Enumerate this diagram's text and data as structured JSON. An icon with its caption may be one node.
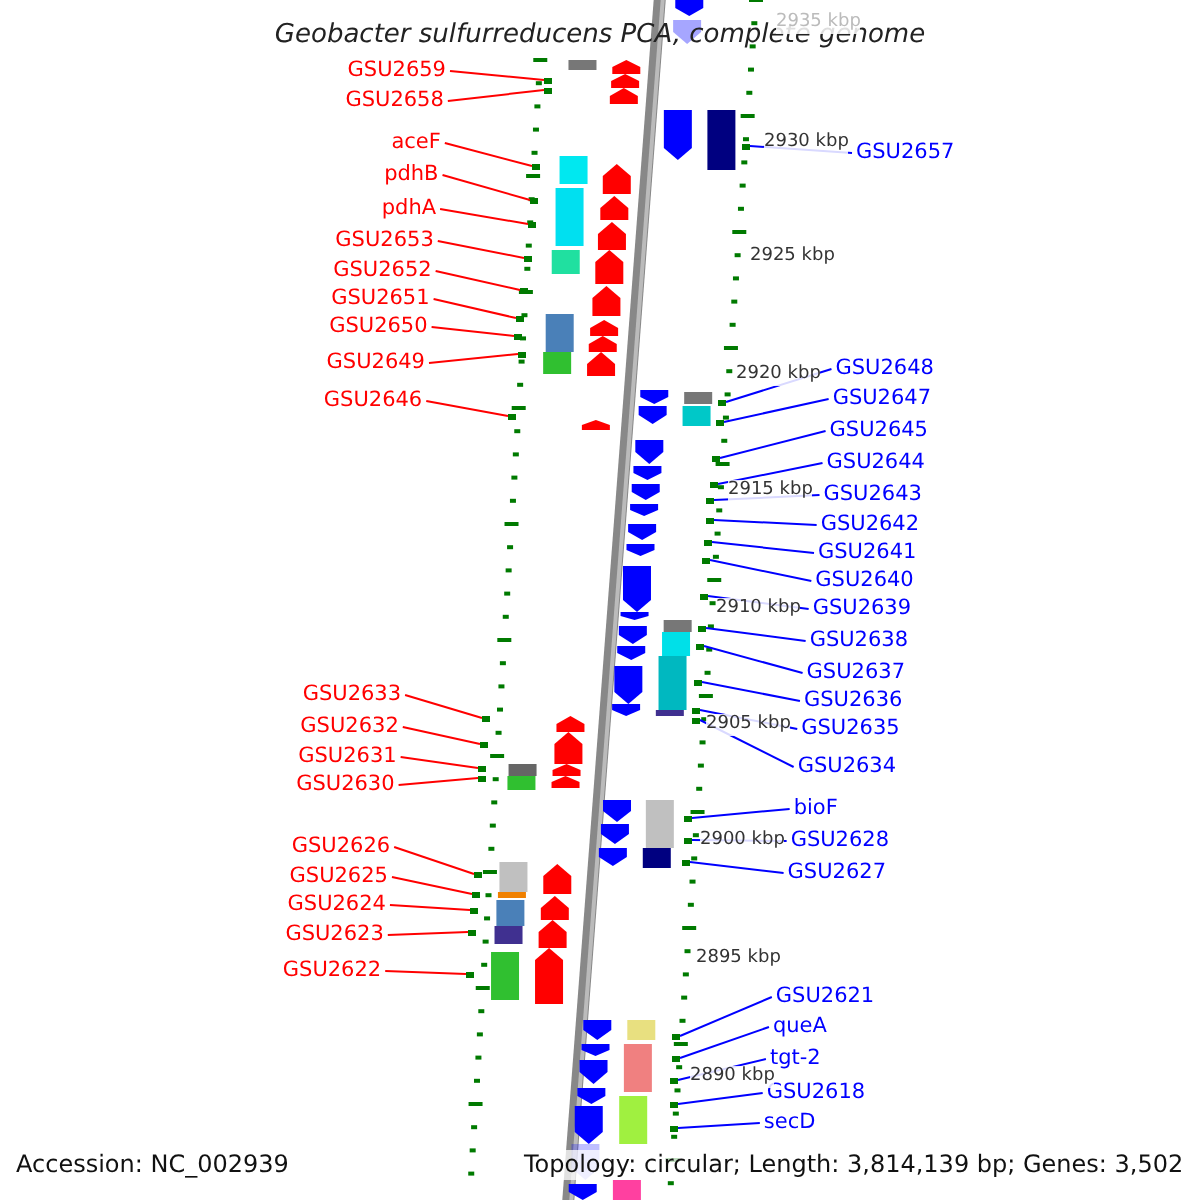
{
  "diagram": {
    "title": "Geobacter sulfurreducens PCA, complete genome",
    "nodes": [
      {
        "text": [
          "GSU2659"
        ]
      },
      {
        "text": [
          "GSU2658"
        ]
      },
      {
        "text": [
          "aceF"
        ]
      },
      {
        "text": [
          "pdhB"
        ]
      },
      {
        "text": [
          "pdhA"
        ]
      },
      {
        "text": [
          "GSU2653"
        ]
      },
      {
        "text": [
          "GSU2652"
        ]
      },
      {
        "text": [
          "GSU2651"
        ]
      },
      {
        "text": [
          "GSU2650"
        ]
      },
      {
        "text": [
          "GSU2649"
        ]
      },
      {
        "text": [
          "GSU2646"
        ]
      },
      {
        "text": [
          "GSU2633"
        ]
      },
      {
        "text": [
          "GSU2632"
        ]
      },
      {
        "text": [
          "GSU2631"
        ]
      },
      {
        "text": [
          "GSU2630"
        ]
      },
      {
        "text": [
          "GSU2626"
        ]
      },
      {
        "text": [
          "GSU2625"
        ]
      },
      {
        "text": [
          "GSU2624"
        ]
      },
      {
        "text": [
          "GSU2623"
        ]
      },
      {
        "text": [
          "GSU2622"
        ]
      },
      {
        "text": [
          "GSU2657"
        ]
      },
      {
        "text": [
          "GSU2648"
        ]
      },
      {
        "text": [
          "GSU2647"
        ]
      },
      {
        "text": [
          "GSU2645"
        ]
      },
      {
        "text": [
          "GSU2644"
        ]
      },
      {
        "text": [
          "GSU2643"
        ]
      },
      {
        "text": [
          "GSU2642"
        ]
      },
      {
        "text": [
          "GSU2641"
        ]
      },
      {
        "text": [
          "GSU2640"
        ]
      },
      {
        "text": [
          "GSU2639"
        ]
      },
      {
        "text": [
          "GSU2638"
        ]
      },
      {
        "text": [
          "GSU2637"
        ]
      },
      {
        "text": [
          "GSU2636"
        ]
      },
      {
        "text": [
          "GSU2635"
        ]
      },
      {
        "text": [
          "GSU2634"
        ]
      },
      {
        "text": [
          "bioF"
        ]
      },
      {
        "text": [
          "GSU2628"
        ]
      },
      {
        "text": [
          "GSU2627"
        ]
      },
      {
        "text": [
          "GSU2621"
        ]
      },
      {
        "text": [
          "queA"
        ]
      },
      {
        "text": [
          "tgt-2"
        ]
      },
      {
        "text": [
          "GSU2618"
        ]
      },
      {
        "text": [
          "secD"
        ]
      },
      {
        "text": [],
        "shape": "bar"
      },
      {
        "text": [],
        "shape": "bar"
      },
      {
        "text": [],
        "shape": "bar"
      },
      {
        "text": [],
        "shape": "bar"
      },
      {
        "text": [],
        "shape": "bar"
      },
      {
        "text": [],
        "shape": "bar"
      },
      {
        "text": [],
        "shape": "bar"
      },
      {
        "text": [],
        "shape": "bar"
      },
      {
        "text": [],
        "shape": "bar"
      },
      {
        "text": [],
        "shape": "bar"
      },
      {
        "text": [],
        "shape": "bar"
      },
      {
        "text": [],
        "shape": "bar"
      },
      {
        "text": [],
        "shape": "bar"
      },
      {
        "text": [],
        "shape": "bar"
      },
      {
        "text": [],
        "shape": "bar"
      },
      {
        "text": [],
        "shape": "bar"
      },
      {
        "text": [],
        "shape": "bar"
      },
      {
        "text": [],
        "shape": "bar"
      },
      {
        "text": [],
        "shape": "bar"
      },
      {
        "text": [],
        "shape": "bar"
      },
      {
        "text": [],
        "shape": "bar"
      },
      {
        "text": [],
        "shape": "bar"
      },
      {
        "text": [],
        "shape": "bar"
      },
      {
        "text": [],
        "shape": "bar"
      },
      {
        "text": [],
        "shape": "bar"
      },
      {
        "text": [],
        "shape": "bar"
      },
      {
        "text": [],
        "shape": "bar"
      },
      {
        "text": [],
        "shape": "bar"
      },
      {
        "text": [],
        "shape": "bar"
      },
      {
        "text": [],
        "shape": "bar"
      },
      {
        "text": [],
        "shape": "bar"
      },
      {
        "text": [],
        "shape": "bar"
      },
      {
        "text": [],
        "shape": "bar"
      },
      {
        "text": [],
        "shape": "bar"
      },
      {
        "text": [],
        "shape": "bar"
      },
      {
        "text": [],
        "shape": "bar"
      },
      {
        "text": [],
        "shape": "bar"
      },
      {
        "text": [],
        "shape": "bar"
      },
      {
        "text": [],
        "shape": "bar"
      },
      {
        "text": [],
        "shape": "bar"
      },
      {
        "text": [],
        "shape": "bar"
      },
      {
        "text": [],
        "shape": "bar"
      },
      {
        "text": [],
        "shape": "bar"
      }
    ],
    "edges": [
      {
        "from": 0,
        "to": 43,
        "arrow": "none",
        "color": "#ff0000"
      },
      {
        "from": 1,
        "to": 44,
        "arrow": "none",
        "color": "#ff0000"
      },
      {
        "from": 2,
        "to": 45,
        "arrow": "none",
        "color": "#ff0000"
      },
      {
        "from": 3,
        "to": 46,
        "arrow": "none",
        "color": "#ff0000"
      },
      {
        "from": 4,
        "to": 47,
        "arrow": "none",
        "color": "#ff0000"
      },
      {
        "from": 5,
        "to": 48,
        "arrow": "none",
        "color": "#ff0000"
      },
      {
        "from": 6,
        "to": 49,
        "arrow": "none",
        "color": "#ff0000"
      },
      {
        "from": 7,
        "to": 50,
        "arrow": "none",
        "color": "#ff0000"
      },
      {
        "from": 8,
        "to": 51,
        "arrow": "none",
        "color": "#ff0000"
      },
      {
        "from": 9,
        "to": 52,
        "arrow": "none",
        "color": "#ff0000"
      },
      {
        "from": 10,
        "to": 53,
        "arrow": "none",
        "color": "#ff0000"
      },
      {
        "from": 11,
        "to": 54,
        "arrow": "none",
        "color": "#ff0000"
      },
      {
        "from": 12,
        "to": 55,
        "arrow": "none",
        "color": "#ff0000"
      },
      {
        "from": 13,
        "to": 56,
        "arrow": "none",
        "color": "#ff0000"
      },
      {
        "from": 14,
        "to": 57,
        "arrow": "none",
        "color": "#ff0000"
      },
      {
        "from": 15,
        "to": 58,
        "arrow": "none",
        "color": "#ff0000"
      },
      {
        "from": 16,
        "to": 59,
        "arrow": "none",
        "color": "#ff0000"
      },
      {
        "from": 17,
        "to": 60,
        "arrow": "none",
        "color": "#ff0000"
      },
      {
        "from": 18,
        "to": 61,
        "arrow": "none",
        "color": "#ff0000"
      },
      {
        "from": 19,
        "to": 62,
        "arrow": "none",
        "color": "#ff0000"
      },
      {
        "from": 20,
        "to": 63,
        "arrow": "none"
      },
      {
        "from": 21,
        "to": 64,
        "arrow": "none"
      },
      {
        "from": 22,
        "to": 65,
        "arrow": "none"
      },
      {
        "from": 23,
        "to": 66,
        "arrow": "none"
      },
      {
        "from": 24,
        "to": 67,
        "arrow": "none"
      },
      {
        "from": 25,
        "to": 68,
        "arrow": "none"
      },
      {
        "from": 26,
        "to": 69,
        "arrow": "none"
      },
      {
        "from": 27,
        "to": 70,
        "arrow": "none"
      },
      {
        "from": 28,
        "to": 71,
        "arrow": "none"
      },
      {
        "from": 29,
        "to": 72,
        "arrow": "none"
      },
      {
        "from": 30,
        "to": 73,
        "arrow": "none"
      },
      {
        "from": 31,
        "to": 74,
        "arrow": "none"
      },
      {
        "from": 32,
        "to": 75,
        "arrow": "none"
      },
      {
        "from": 33,
        "to": 76,
        "arrow": "none"
      },
      {
        "from": 34,
        "to": 77,
        "arrow": "none"
      },
      {
        "from": 35,
        "to": 78,
        "arrow": "none"
      },
      {
        "from": 36,
        "to": 79,
        "arrow": "none"
      },
      {
        "from": 37,
        "to": 80,
        "arrow": "none"
      },
      {
        "from": 38,
        "to": 81,
        "arrow": "none"
      },
      {
        "from": 39,
        "to": 82,
        "arrow": "none"
      },
      {
        "from": 40,
        "to": 83,
        "arrow": "none"
      },
      {
        "from": 41,
        "to": 84,
        "arrow": "none"
      },
      {
        "from": 42,
        "to": 85,
        "arrow": "none"
      }
    ],
    "labels": [
      "2935 kbp",
      "2930 kbp",
      "2925 kbp",
      "2920 kbp",
      "2915 kbp",
      "2910 kbp",
      "2905 kbp",
      "2900 kbp",
      "2895 kbp",
      "2890 kbp",
      "Accession: NC_002939",
      "Topology: circular; Length: 3,814,139 bp; Genes: 3,502"
    ]
  }
}
